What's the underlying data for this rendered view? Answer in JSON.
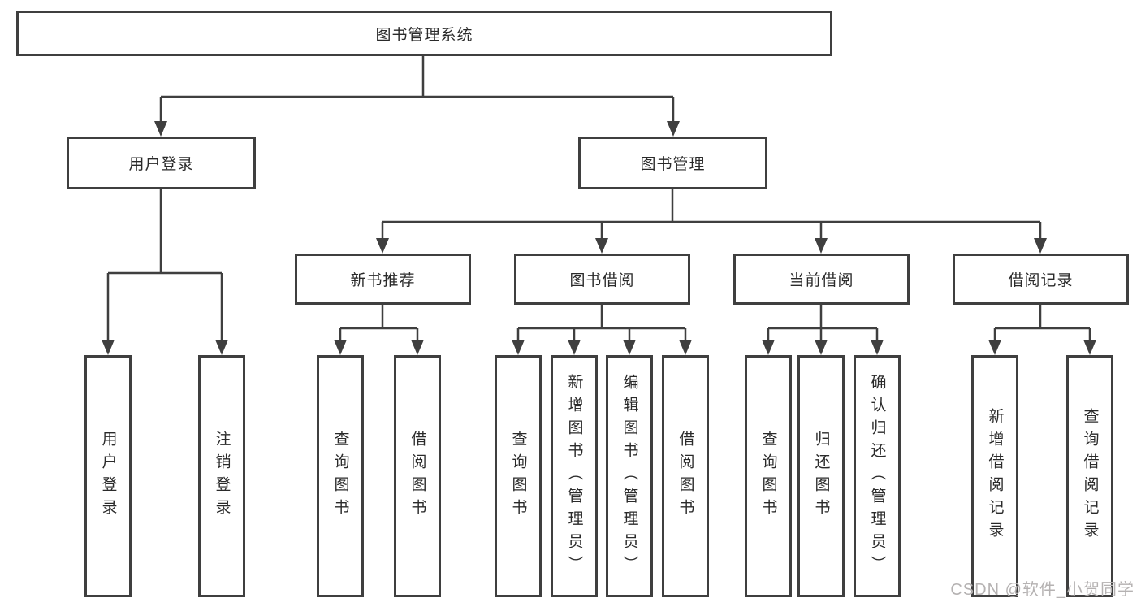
{
  "diagram": {
    "root": "图书管理系统",
    "level2": [
      "用户登录",
      "图书管理"
    ],
    "level3": [
      "新书推荐",
      "图书借阅",
      "当前借阅",
      "借阅记录"
    ],
    "leaves_user_login": [
      "用户登录",
      "注销登录"
    ],
    "leaves_new_book": [
      "查询图书",
      "借阅图书"
    ],
    "leaves_book_borrow": [
      "查询图书",
      "新增图书（管理员）",
      "编辑图书（管理员）",
      "借阅图书"
    ],
    "leaves_current_borrow": [
      "查询图书",
      "归还图书",
      "确认归还（管理员）"
    ],
    "leaves_borrow_record": [
      "新增借阅记录",
      "查询借阅记录"
    ]
  },
  "watermark": "CSDN @软件_小贺同学",
  "colors": {
    "line": "#3f3f3f",
    "text": "#2a2a2a",
    "watermark": "#b5b2b2",
    "background": "#ffffff"
  }
}
